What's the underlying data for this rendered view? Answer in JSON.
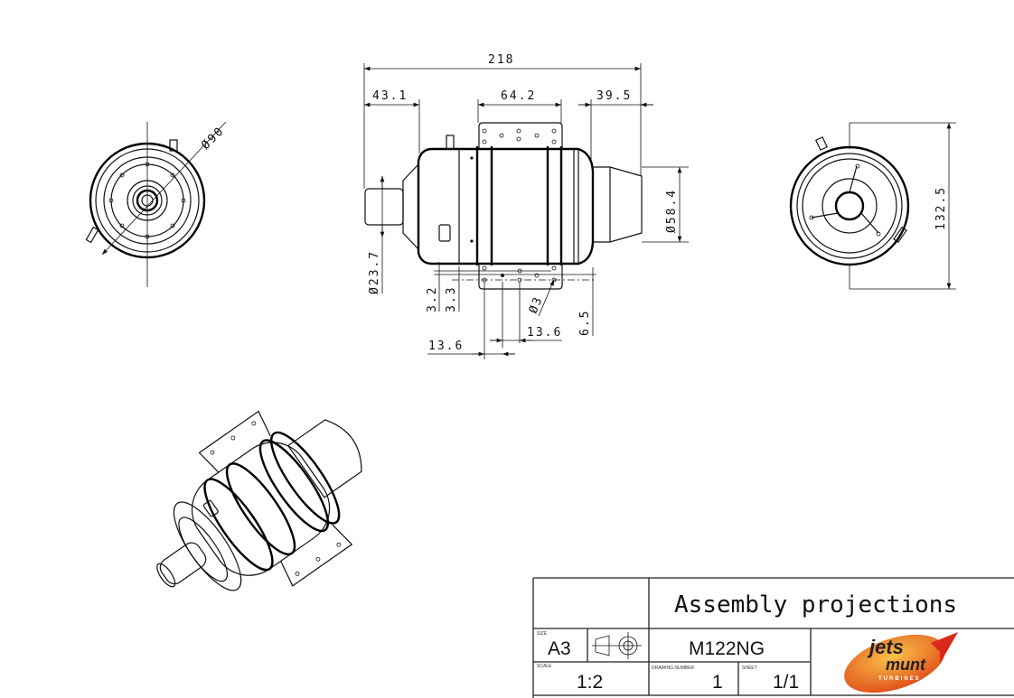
{
  "side_view": {
    "dims": {
      "overall_length": "218",
      "intake_length": "43.1",
      "bracket_width": "64.2",
      "nozzle_length": "39.5",
      "nozzle_diameter": "Ø58.4",
      "intake_diameter": "Ø23.7",
      "offset_a": "3.2",
      "offset_b": "3.3",
      "hole_diameter": "Ø3",
      "bracket_offset": "6.5",
      "hole_spacing_a": "13.6",
      "hole_spacing_b": "13.6"
    }
  },
  "front_view": {
    "dims": {
      "outer_diameter": "Ø90"
    }
  },
  "rear_view": {
    "dims": {
      "overall_height": "132.5"
    }
  },
  "title_block": {
    "title": "Assembly projections",
    "size_label": "SIZE",
    "size": "A3",
    "part_name": "M122NG",
    "scale_label": "SCALE",
    "scale": "1:2",
    "drawing_number_label": "DRAWING NUMBER",
    "drawing_number": "1",
    "sheet_label": "SHEET",
    "sheet": "1/1",
    "logo_text_1": "jets",
    "logo_text_2": "munt",
    "logo_text_3": "TURBINES",
    "logo_colors": {
      "orange": "#f08a1c",
      "red": "#d9291c",
      "dark": "#222222"
    }
  }
}
